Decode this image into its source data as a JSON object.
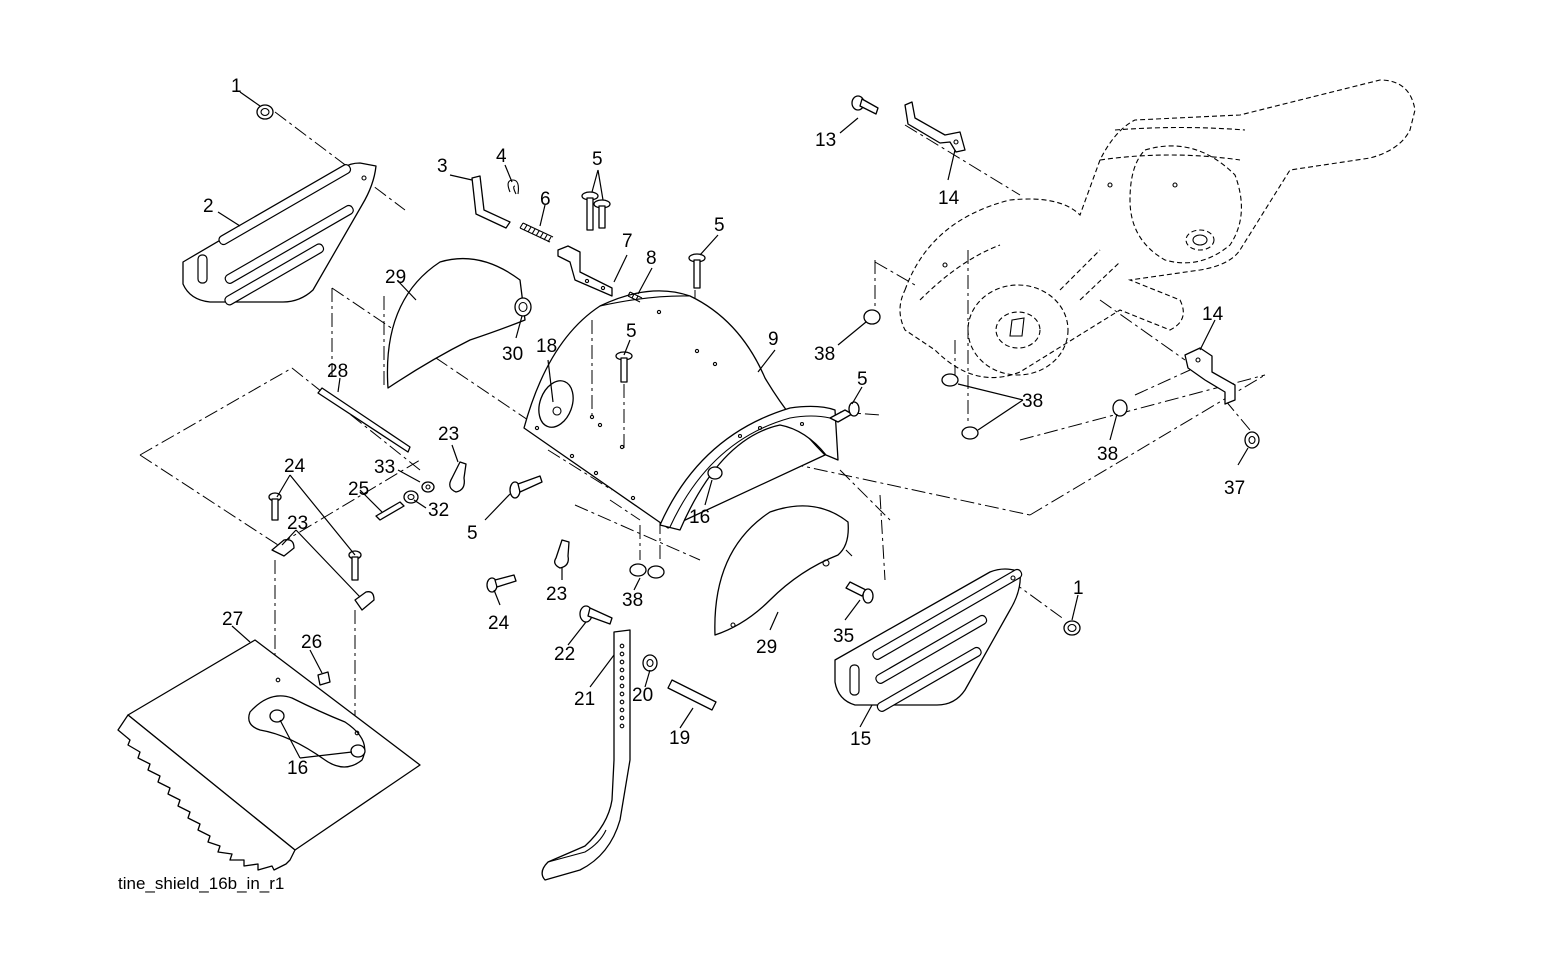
{
  "caption": "tine_shield_16b_in_r1",
  "labels": [
    {
      "id": "c1a",
      "text": "1"
    },
    {
      "id": "c2",
      "text": "2"
    },
    {
      "id": "c3",
      "text": "3"
    },
    {
      "id": "c4",
      "text": "4"
    },
    {
      "id": "c5a",
      "text": "5"
    },
    {
      "id": "c6",
      "text": "6"
    },
    {
      "id": "c7",
      "text": "7"
    },
    {
      "id": "c8",
      "text": "8"
    },
    {
      "id": "c5b",
      "text": "5"
    },
    {
      "id": "c29a",
      "text": "29"
    },
    {
      "id": "c30",
      "text": "30"
    },
    {
      "id": "c18",
      "text": "18"
    },
    {
      "id": "c5c",
      "text": "5"
    },
    {
      "id": "c9",
      "text": "9"
    },
    {
      "id": "c28",
      "text": "28"
    },
    {
      "id": "c23a",
      "text": "23"
    },
    {
      "id": "c24a",
      "text": "24"
    },
    {
      "id": "c23b",
      "text": "23"
    },
    {
      "id": "c33",
      "text": "33"
    },
    {
      "id": "c25",
      "text": "25"
    },
    {
      "id": "c32",
      "text": "32"
    },
    {
      "id": "c5d",
      "text": "5"
    },
    {
      "id": "c5e",
      "text": "5"
    },
    {
      "id": "c16a",
      "text": "16"
    },
    {
      "id": "c13",
      "text": "13"
    },
    {
      "id": "c14a",
      "text": "14"
    },
    {
      "id": "c38a",
      "text": "38"
    },
    {
      "id": "c14b",
      "text": "14"
    },
    {
      "id": "c38b",
      "text": "38"
    },
    {
      "id": "c38c",
      "text": "38"
    },
    {
      "id": "c37",
      "text": "37"
    },
    {
      "id": "c38d",
      "text": "38"
    },
    {
      "id": "c23c",
      "text": "23"
    },
    {
      "id": "c24b",
      "text": "24"
    },
    {
      "id": "c29b",
      "text": "29"
    },
    {
      "id": "c35",
      "text": "35"
    },
    {
      "id": "c1b",
      "text": "1"
    },
    {
      "id": "c22",
      "text": "22"
    },
    {
      "id": "c20",
      "text": "20"
    },
    {
      "id": "c21",
      "text": "21"
    },
    {
      "id": "c19",
      "text": "19"
    },
    {
      "id": "c15",
      "text": "15"
    },
    {
      "id": "c27",
      "text": "27"
    },
    {
      "id": "c26",
      "text": "26"
    },
    {
      "id": "c16b",
      "text": "16"
    }
  ]
}
